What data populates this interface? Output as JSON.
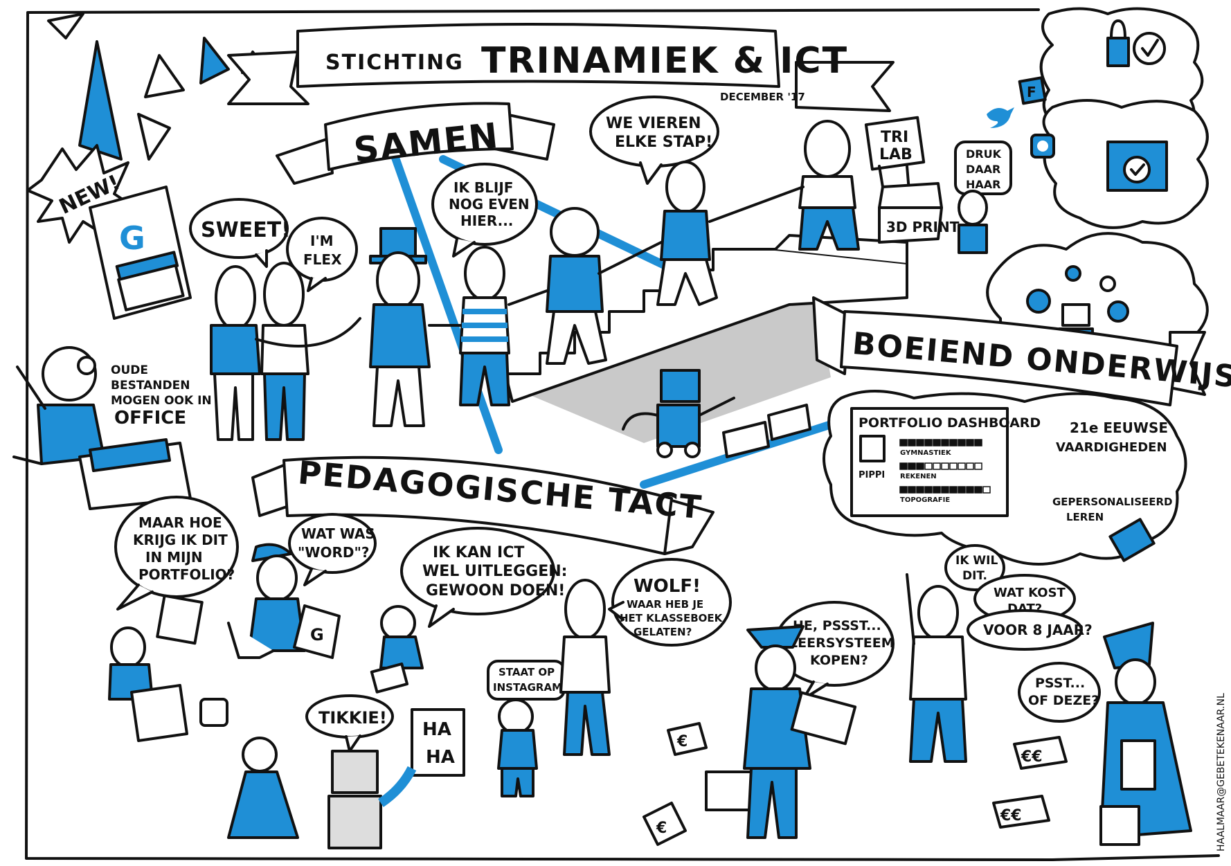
{
  "colors": {
    "accent": "#1f8fd6",
    "ink": "#111111",
    "shadow": "#c9c9c9",
    "paper": "#ffffff"
  },
  "header": {
    "title_prefix": "STICHTING",
    "title_main": "TRINAMIEK & ICT",
    "date": "DECEMBER '17"
  },
  "sections": {
    "samen": "SAMEN",
    "pedagogische_tact": "PEDAGOGISCHE TACT",
    "boeiend_onderwijs": "BOEIEND ONDERWIJS"
  },
  "bubbles": {
    "we_vieren": [
      "WE VIEREN",
      "ELKE STAP!"
    ],
    "ik_blijf": [
      "IK BLIJF",
      "NOG EVEN",
      "HIER..."
    ],
    "sweet": "SWEET!",
    "im_flex": [
      "I'M",
      "FLEX"
    ],
    "druk_daar": [
      "DRUK",
      "DAAR",
      "HAAR"
    ],
    "maar_hoe": [
      "MAAR HOE",
      "KRIJG IK DIT",
      "IN MIJN",
      "PORTFOLIO?"
    ],
    "wat_was": [
      "WAT WAS",
      "\"WORD\"?"
    ],
    "ik_kan": [
      "IK KAN ICT",
      "WEL UITLEGGEN:",
      "GEWOON DOEN!"
    ],
    "wolf": [
      "WOLF!",
      "WAAR HEB JE",
      "HET KLASSEBOEK",
      "GELATEN?"
    ],
    "he_pssst": [
      "HE, PSSST...",
      "LEERSYSTEEM",
      "KOPEN?"
    ],
    "ik_wil": [
      "IK WIL",
      "DIT."
    ],
    "wat_kost": [
      "WAT KOST",
      "DAT?"
    ],
    "voor_8": "VOOR 8 JAAR?",
    "psst_of": [
      "PSST...",
      "OF DEZE?"
    ],
    "tikkie": "TIKKIE!",
    "staat_op": [
      "STAAT OP",
      "INSTAGRAM"
    ],
    "haha": [
      "HA",
      "HA"
    ]
  },
  "labels": {
    "new": "NEW!",
    "google_g": "G",
    "oude_bestanden": [
      "OUDE",
      "BESTANDEN",
      "MOGEN OOK IN",
      "OFFICE"
    ],
    "trilab": [
      "TRI",
      "LAB"
    ],
    "print_3d": "3D PRINT",
    "vaardigheden": [
      "21e EEUWSE",
      "VAARDIGHEDEN"
    ],
    "gepersonaliseerd": [
      "GEPERSONALISEERD",
      "LEREN"
    ],
    "laptop_g": "G",
    "euro_single": "€",
    "euro_double": "€€",
    "side_credit": "HAALMAAR@GEBETEKENAAR.NL"
  },
  "dashboard": {
    "title": "PORTFOLIO DASHBOARD",
    "name": "PIPPI",
    "rows": [
      {
        "label": "GYMNASTIEK",
        "filled": 10,
        "total": 10
      },
      {
        "label": "REKENEN",
        "filled": 3,
        "total": 10
      },
      {
        "label": "TOPOGRAFIE",
        "filled": 10,
        "total": 11
      }
    ]
  }
}
